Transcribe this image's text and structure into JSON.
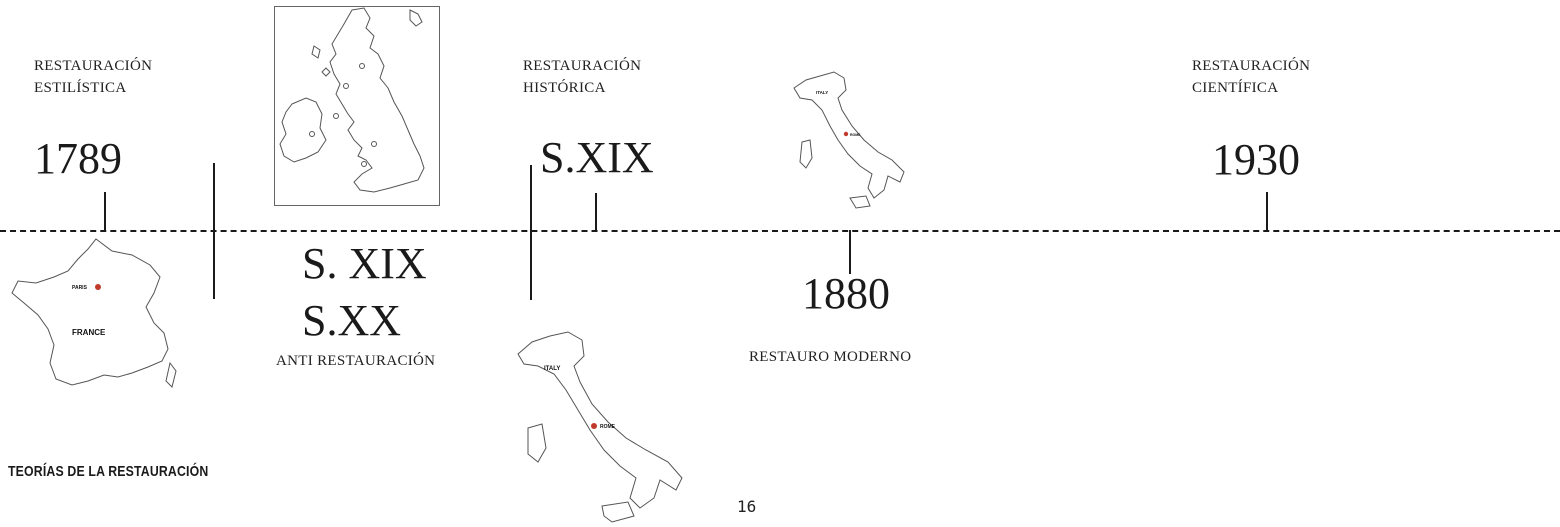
{
  "timeline": {
    "events": [
      {
        "id": "estilistica",
        "line1": "RESTAURACIÓN",
        "line2": "ESTILÍSTICA",
        "year": "1789"
      },
      {
        "id": "anti",
        "years_line1": "S. XIX",
        "years_line2": "S.XX",
        "label": "ANTI RESTAURACIÓN"
      },
      {
        "id": "historica",
        "line1": "RESTAURACIÓN",
        "line2": "HISTÓRICA",
        "year": "S.XIX"
      },
      {
        "id": "moderno",
        "year": "1880",
        "label": "RESTAURO MODERNO"
      },
      {
        "id": "cientifica",
        "line1": "RESTAURACIÓN",
        "line2": "CIENTÍFICA",
        "year": "1930"
      }
    ]
  },
  "maps": {
    "france": {
      "country": "FRANCE",
      "city": "PARIS"
    },
    "italy": {
      "country": "ITALY",
      "city": "ROME"
    }
  },
  "footer": {
    "heading": "TEORÍAS DE LA RESTAURACIÓN",
    "page_number": "16"
  }
}
